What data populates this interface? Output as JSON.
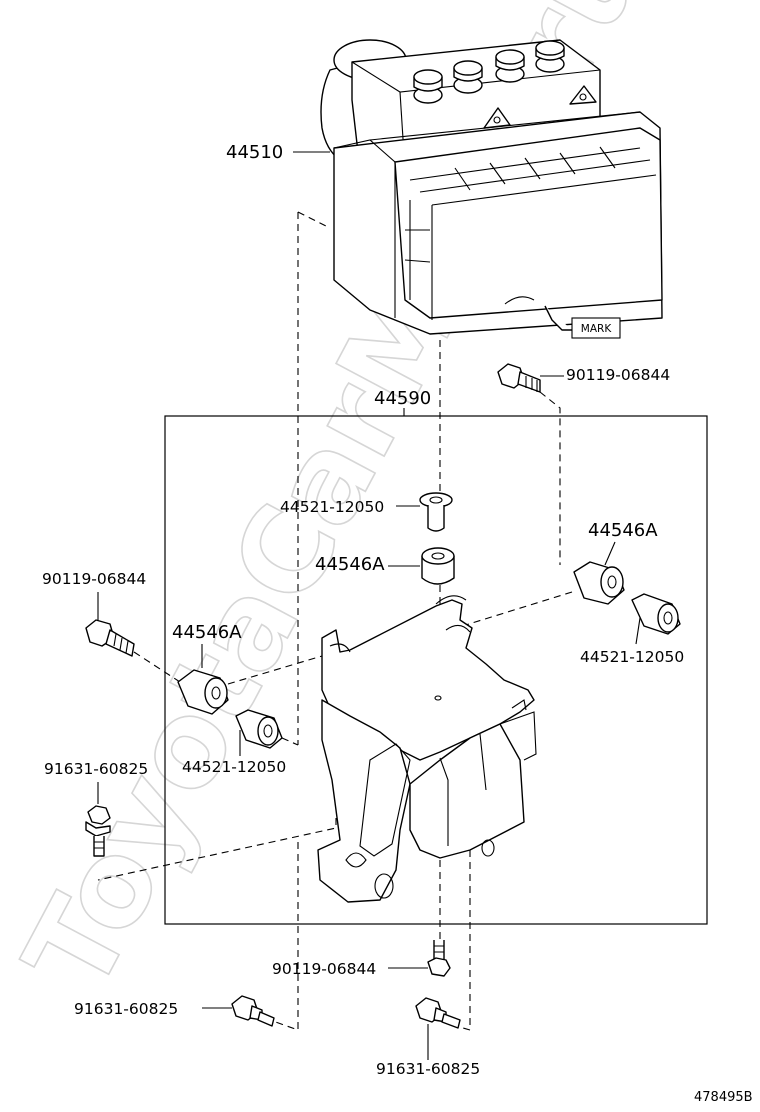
{
  "diagram": {
    "watermark": "ToyotaCarMine.ru",
    "image_id": "478495B",
    "mark_label": "MARK",
    "parts": {
      "actuator": "44510",
      "bracket_assembly": "44590",
      "bolt_top_right": "90119-06844",
      "bolt_left": "90119-06844",
      "bolt_bottom": "90119-06844",
      "collar_center": "44521-12050",
      "collar_right": "44521-12050",
      "collar_left": "44521-12050",
      "cushion_center": "44546A",
      "cushion_right": "44546A",
      "cushion_left": "44546A",
      "stud_left": "91631-60825",
      "stud_bottom_left": "91631-60825",
      "stud_bottom_right": "91631-60825"
    }
  }
}
